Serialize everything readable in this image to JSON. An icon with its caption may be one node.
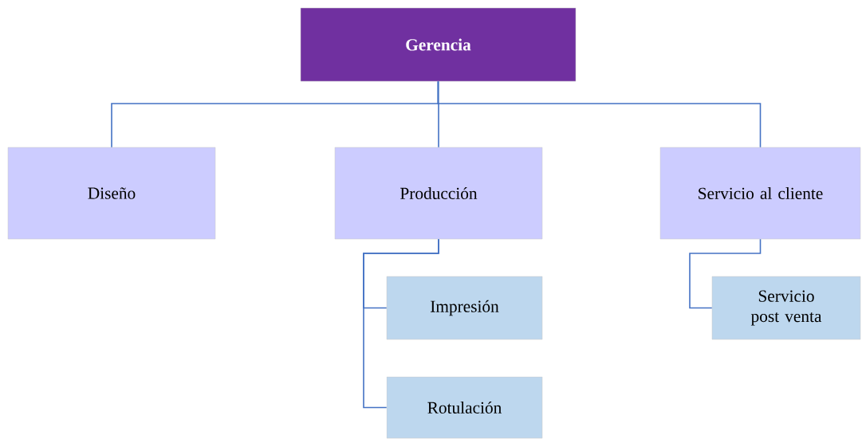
{
  "diagram": {
    "nodes": [
      {
        "text": [
          "Gerencia"
        ]
      },
      {
        "text": [
          "Diseño"
        ]
      },
      {
        "text": [
          "Producción"
        ]
      },
      {
        "text": [
          "Servicio al cliente"
        ]
      },
      {
        "text": [
          "Impresión"
        ]
      },
      {
        "text": [
          "Rotulación"
        ]
      },
      {
        "text": [
          "Servicio post venta"
        ]
      }
    ],
    "edges": [
      {
        "from": 0,
        "to": 1,
        "arrow": "none"
      },
      {
        "from": 0,
        "to": 2,
        "arrow": "none"
      },
      {
        "from": 0,
        "to": 3,
        "arrow": "none"
      },
      {
        "from": 2,
        "to": 4,
        "arrow": "none"
      },
      {
        "from": 2,
        "to": 5,
        "arrow": "none"
      },
      {
        "from": 3,
        "to": 6,
        "arrow": "none"
      }
    ]
  }
}
